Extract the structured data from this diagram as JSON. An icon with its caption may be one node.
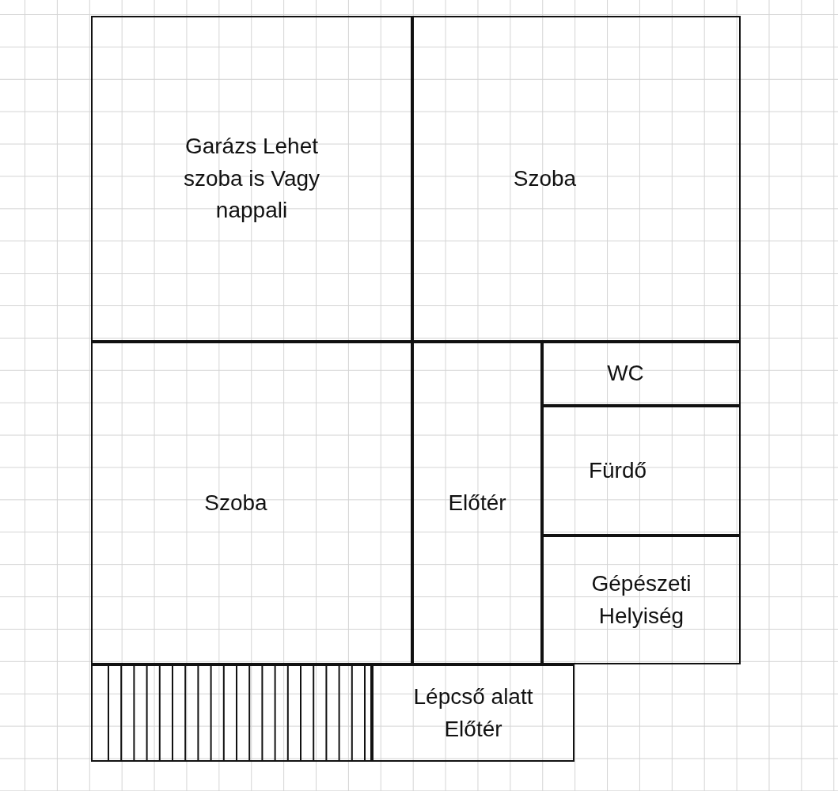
{
  "diagram": {
    "nodes": [
      {
        "text": [
          "Garázs Lehet szoba is Vagy nappali"
        ]
      },
      {
        "text": [
          "Szoba"
        ]
      },
      {
        "text": [
          "Szoba"
        ]
      },
      {
        "text": [
          "Előtér"
        ]
      },
      {
        "text": [
          "WC"
        ]
      },
      {
        "text": [
          "Fürdő"
        ]
      },
      {
        "text": [
          "Gépészeti Helyiség"
        ]
      },
      {
        "text": [
          "Lépcső alatt Előtér"
        ]
      }
    ]
  }
}
